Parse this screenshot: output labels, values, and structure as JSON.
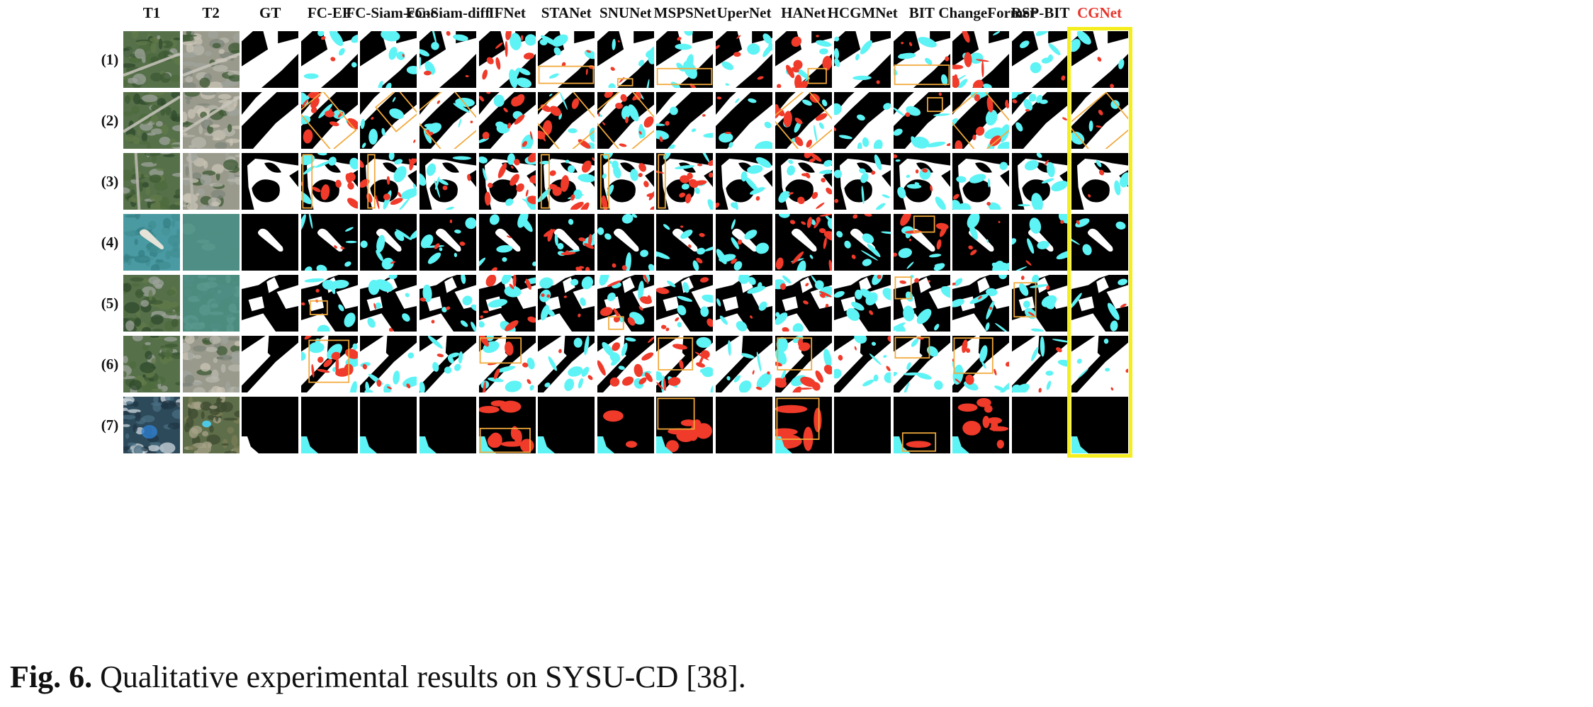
{
  "columns": [
    {
      "label": "T1",
      "color": "#111111"
    },
    {
      "label": "T2",
      "color": "#111111"
    },
    {
      "label": "GT",
      "color": "#111111"
    },
    {
      "label": "FC-EF",
      "color": "#111111"
    },
    {
      "label": "FC-Siam-conc",
      "color": "#111111"
    },
    {
      "label": "FC-Siam-diff",
      "color": "#111111"
    },
    {
      "label": "IFNet",
      "color": "#111111"
    },
    {
      "label": "STANet",
      "color": "#111111"
    },
    {
      "label": "SNUNet",
      "color": "#111111"
    },
    {
      "label": "MSPSNet",
      "color": "#111111"
    },
    {
      "label": "UperNet",
      "color": "#111111"
    },
    {
      "label": "HANet",
      "color": "#111111"
    },
    {
      "label": "HCGMNet",
      "color": "#111111"
    },
    {
      "label": "BIT",
      "color": "#111111"
    },
    {
      "label": "ChangeFormer",
      "color": "#111111"
    },
    {
      "label": "RSP-BIT",
      "color": "#111111"
    },
    {
      "label": "CGNet",
      "color": "#e8332a"
    }
  ],
  "rows": [
    "(1)",
    "(2)",
    "(3)",
    "(4)",
    "(5)",
    "(6)",
    "(7)"
  ],
  "caption": {
    "label": "Fig. 6.",
    "text": " Qualitative experimental results on SYSU-CD [38]."
  },
  "colors": {
    "change_white": "#ffffff",
    "background_black": "#000000",
    "false_positive_cyan": "#5ef3f5",
    "false_negative_red": "#f03a2a",
    "box_orange": "#f2a93b",
    "highlight_yellow": "#f5ee1f"
  }
}
